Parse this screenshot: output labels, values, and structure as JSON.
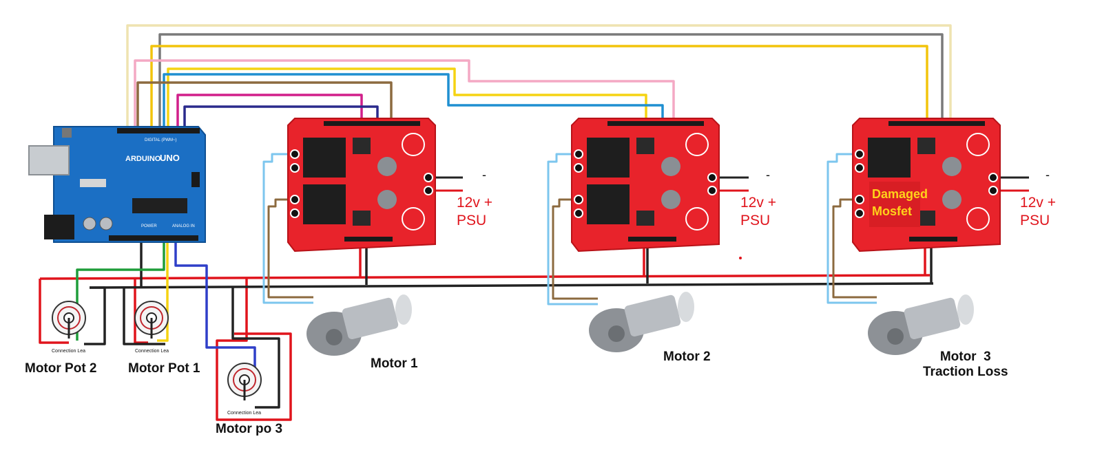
{
  "arduino": {
    "brand": "ARDUINO",
    "model": "UNO",
    "header_digital": "DIGITAL (PWM~)",
    "header_power": "POWER",
    "header_analog": "ANALOG IN"
  },
  "drivers": [
    {
      "psu_plus": "12v +",
      "psu": "PSU",
      "minus": "-"
    },
    {
      "psu_plus": "12v +",
      "psu": "PSU",
      "minus": "-"
    },
    {
      "psu_plus": "12v +",
      "psu": "PSU",
      "minus": "-",
      "damage_line1": "Damaged",
      "damage_line2": "Mosfet"
    }
  ],
  "motors": [
    {
      "label": "Motor 1"
    },
    {
      "label": "Motor 2"
    },
    {
      "label": "Motor  3",
      "label_line2": "Traction Loss"
    }
  ],
  "pots": [
    {
      "label": "Motor Pot 2",
      "caption": "Connection Lea"
    },
    {
      "label": "Motor Pot 1",
      "caption": "Connection Lea"
    },
    {
      "label": "Motor po 3",
      "caption": "Connection Lea"
    }
  ],
  "colors": {
    "board_red": "#e8232b",
    "arduino_blue": "#1b6fc4",
    "wire_red": "#e0141c",
    "wire_black": "#222222",
    "wire_green": "#1f9d3a",
    "wire_yellow": "#f5d312",
    "wire_gold": "#f2c40c",
    "wire_cream": "#efe3b0",
    "wire_gray": "#7a7a7a",
    "wire_pink": "#f4a9c4",
    "wire_cyan": "#1f8fd1",
    "wire_brown": "#8c6a3f",
    "wire_magenta": "#d11f8a",
    "wire_navy": "#2a2a8c",
    "wire_lightblue": "#7cc6ee",
    "wire_blue": "#2f3fc8"
  },
  "icons": [
    "arduino-board-icon",
    "motor-driver-icon",
    "dc-gear-motor-icon",
    "potentiometer-icon"
  ]
}
